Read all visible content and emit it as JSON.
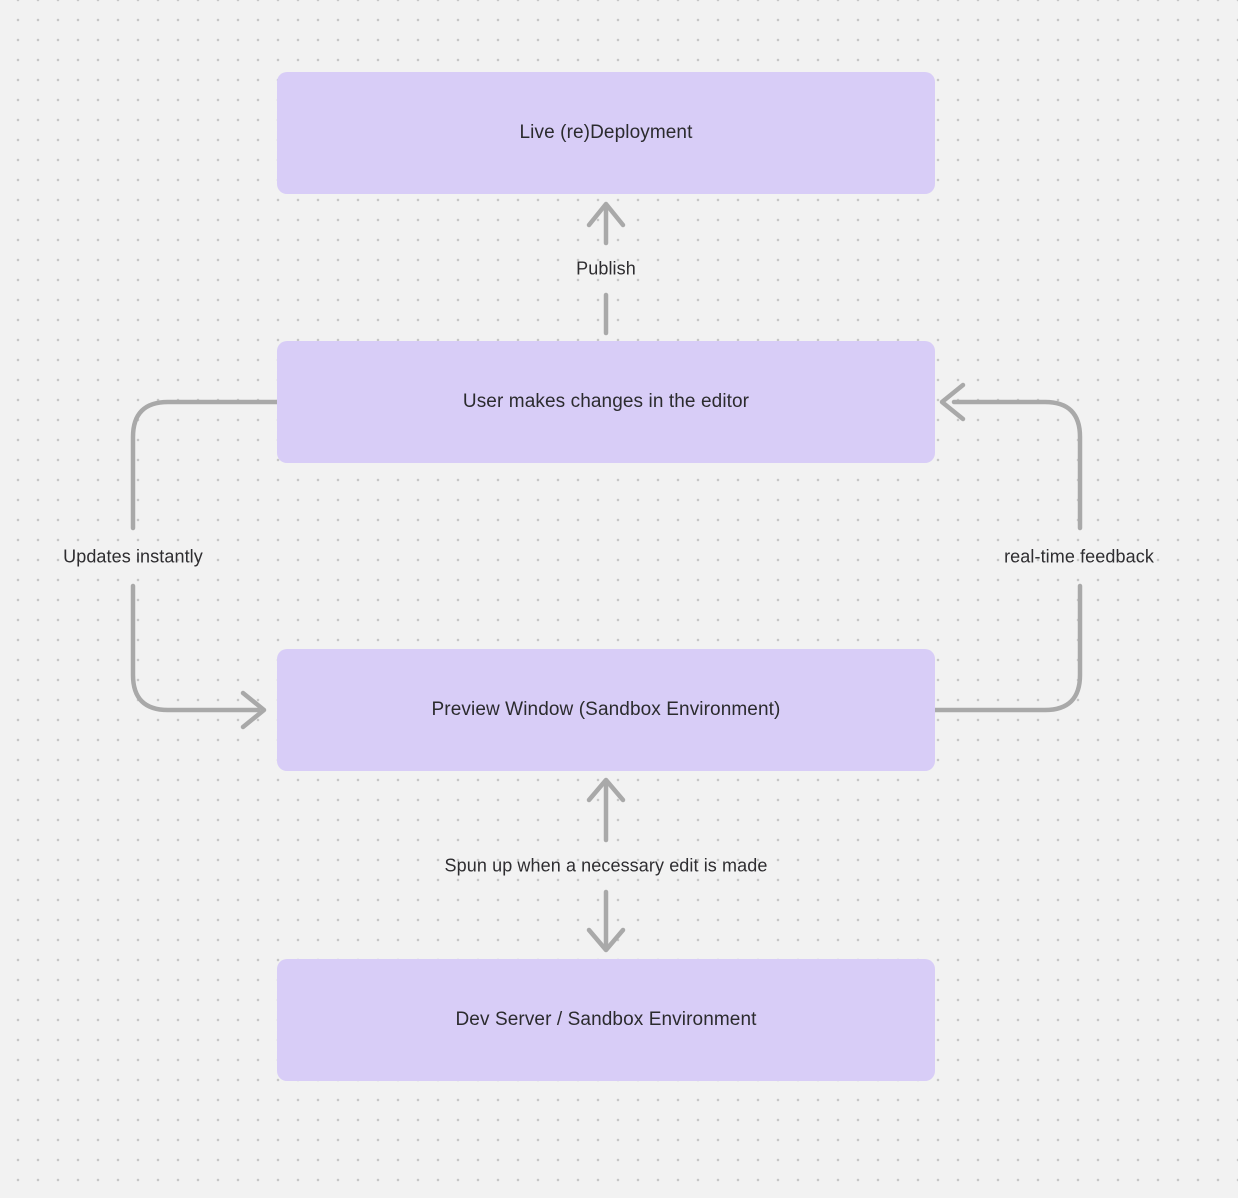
{
  "diagram": {
    "type": "flowchart",
    "nodes": [
      {
        "id": "live-redeployment",
        "label": "Live (re)Deployment"
      },
      {
        "id": "user-editor",
        "label": "User makes changes in the editor"
      },
      {
        "id": "preview-window",
        "label": "Preview Window (Sandbox Environment)"
      },
      {
        "id": "dev-server",
        "label": "Dev Server / Sandbox Environment"
      }
    ],
    "edges": [
      {
        "id": "publish",
        "label": "Publish",
        "from": "user-editor",
        "to": "live-redeployment",
        "bidirectional": false
      },
      {
        "id": "updates-instantly",
        "label": "Updates instantly",
        "from": "user-editor",
        "to": "preview-window",
        "bidirectional": false
      },
      {
        "id": "realtime-feedback",
        "label": "real-time feedback",
        "from": "preview-window",
        "to": "user-editor",
        "bidirectional": false
      },
      {
        "id": "sandbox-spinup",
        "label": "Spun up when a necessary edit is made",
        "from": "dev-server",
        "to": "preview-window",
        "bidirectional": true
      }
    ]
  },
  "colors": {
    "bg": "#f2f2f2",
    "dot": "#c7c7c7",
    "node-fill": "#d8cdf7",
    "node-text": "#2b2b2e",
    "arrow": "#a9a9a9",
    "label-text": "#2e2d30"
  }
}
